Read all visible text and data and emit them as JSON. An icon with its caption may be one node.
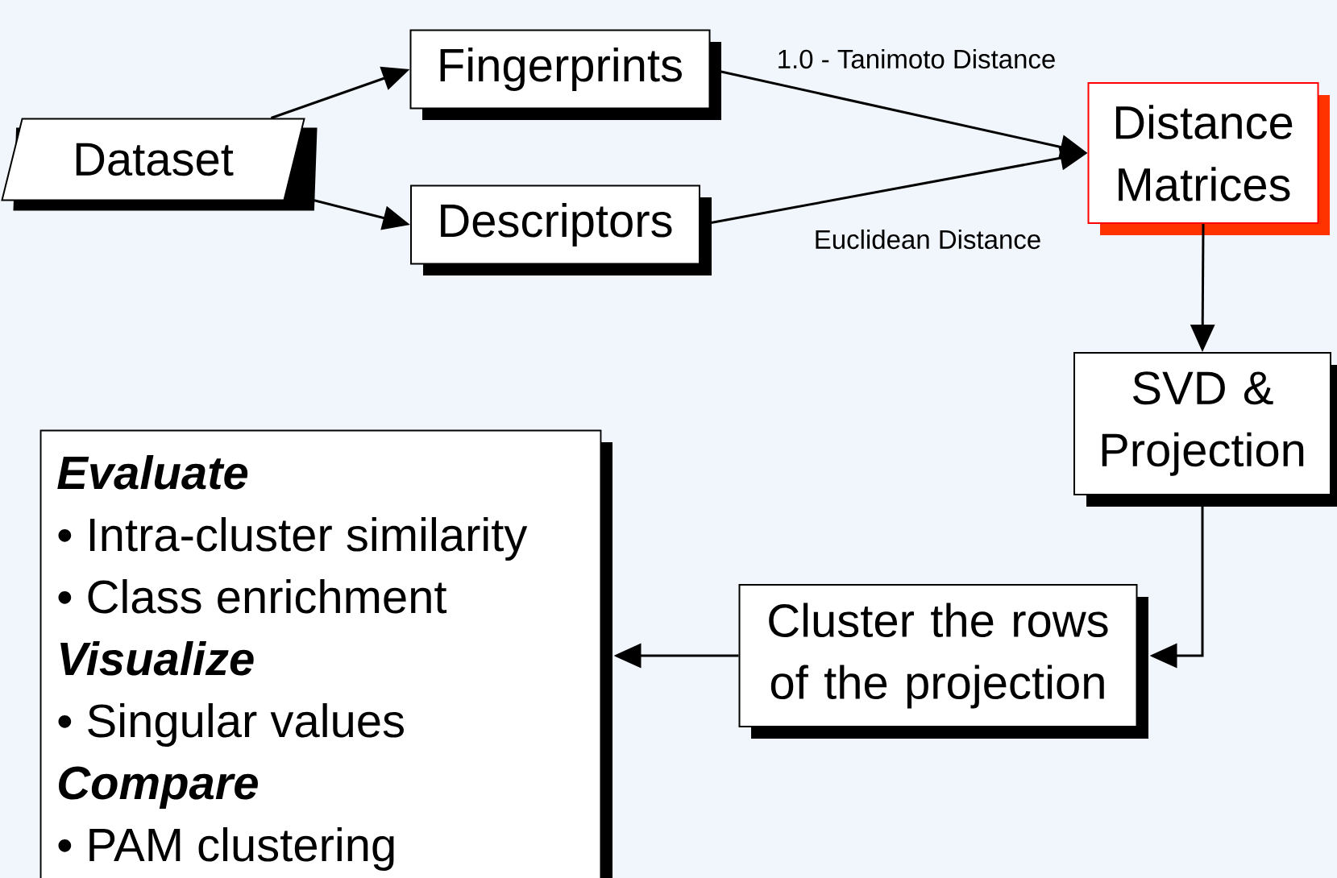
{
  "diagram": {
    "nodes": [
      {
        "text": [
          "Dataset"
        ]
      },
      {
        "text": [
          "Fingerprints"
        ]
      },
      {
        "text": [
          "Descriptors"
        ]
      },
      {
        "text": [
          "Distance Matrices"
        ]
      },
      {
        "text": [
          "SVD & Projection"
        ]
      },
      {
        "text": [
          "Cluster the rows of the projection"
        ]
      },
      {
        "text": [
          "Evaluate",
          "• Intra-cluster similarity",
          "• Class enrichment",
          "Visualize",
          "• Singular values",
          "Compare",
          "• PAM clustering"
        ]
      }
    ],
    "edges": [
      {
        "from": 0,
        "to": 1,
        "arrow": "to"
      },
      {
        "from": 0,
        "to": 2,
        "arrow": "to"
      },
      {
        "from": 1,
        "to": 3,
        "arrow": "to",
        "label": "1.0 - Tanimoto Distance"
      },
      {
        "from": 2,
        "to": 3,
        "arrow": "to",
        "label": "Euclidean Distance"
      },
      {
        "from": 3,
        "to": 4,
        "arrow": "to"
      },
      {
        "from": 4,
        "to": 5,
        "arrow": "to"
      },
      {
        "from": 5,
        "to": 6,
        "arrow": "to"
      }
    ]
  }
}
